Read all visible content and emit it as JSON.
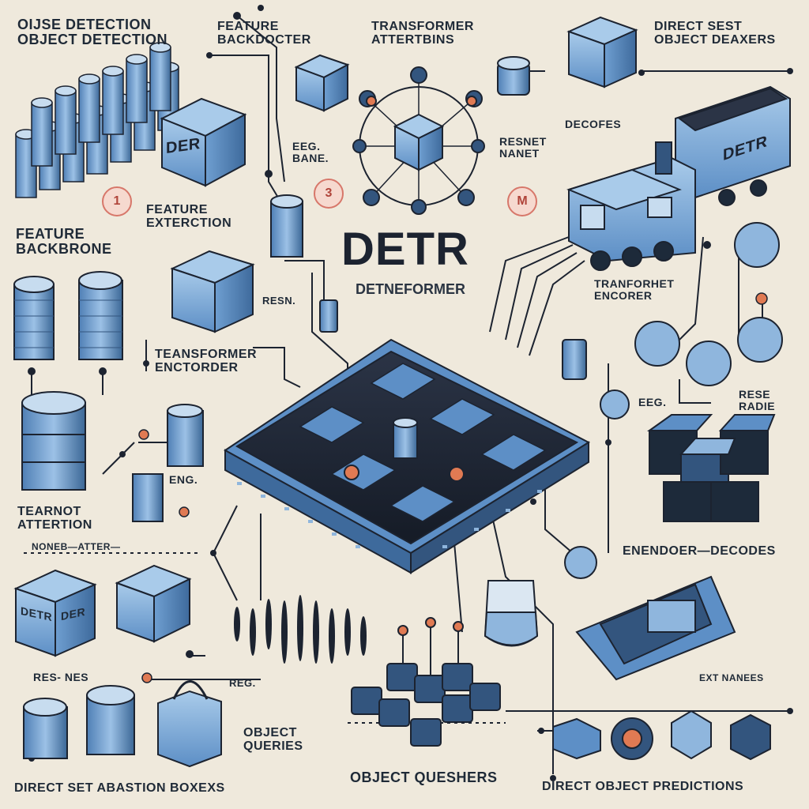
{
  "title": "DETR",
  "subtitle": "DETNEFORMER",
  "labels": {
    "top_left_title": "OIJSE DETECTION\nOBJECT DETECTION",
    "feature_backdocter": "FEATURE\nBACKDOCTER",
    "transformer_attention_top": "TRANSFORMER\nATTERTBINS",
    "direct_set_top": "DIRECT SEST\nOBJECT DEAXERS",
    "decores": "DECOFES",
    "eeg_bbb": "EEG.\nBANE.",
    "resnet_nanet": "RESNET\nNANET",
    "feature_extraction": "FEATURE\nEXTERCTION",
    "feature_backbone": "FEATURE\nBACKBRONE",
    "resn": "RESN.",
    "transformer_encoder_left": "TEANSFORMER\nENCTORDER",
    "tranfoner_encorer": "TRANFORHET\nENCORER",
    "eeg_right": "EEG.",
    "rese_radie": "RESE\nRADIE",
    "eng": "ENG.",
    "tearnot_attention": "TEARNOT\nATTERTION",
    "noneb_atter": "NONEB—ATTER—",
    "enendoer_decodes": "ENENDOER—DECODES",
    "res_nes": "RES- NES",
    "reg": "REG.",
    "object_queries": "OBJECT\nQUERIES",
    "ext_nanees": "EXT NANEES",
    "direct_set_boxes": "DIRECT SET ABASTION BOXEXS",
    "object_questiers": "OBJECT QUESHERS",
    "direct_object_predictions": "DIRECT OBJECT PREDICTIONS",
    "cube_label_1": "DER",
    "cube_label_2": "DETR",
    "cube_label_3": "DETR",
    "cube_label_4": "DER",
    "train_label": "DETR"
  },
  "badges": [
    "1",
    "3",
    "M"
  ],
  "colors": {
    "background": "#efe9dc",
    "blue_light": "#8fb6dd",
    "blue_mid": "#5d8fc6",
    "blue_dark": "#33557e",
    "navy": "#1d2a3a",
    "accent_orange": "#e07a53",
    "line": "#1c2330"
  },
  "icons": [
    "cylinder-stack-icon",
    "cube-icon",
    "network-node-icon",
    "train-icon",
    "chip-board-icon",
    "beaker-icon",
    "dial-icon"
  ]
}
